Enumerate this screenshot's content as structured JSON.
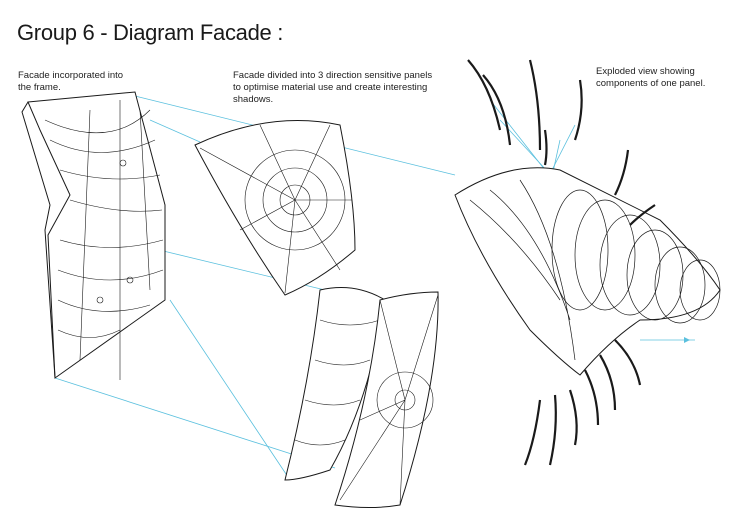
{
  "title": "Group 6 - Diagram Facade :",
  "labels": {
    "frame": "Facade incorporated into the frame.",
    "panels": "Facade divided into 3 direction sensitive panels to optimise material use and create interesting shadows.",
    "exploded": "Exploded view showing components of one panel."
  },
  "colors": {
    "projection_line": "#5bc0de",
    "linework": "#1a1a1a"
  }
}
